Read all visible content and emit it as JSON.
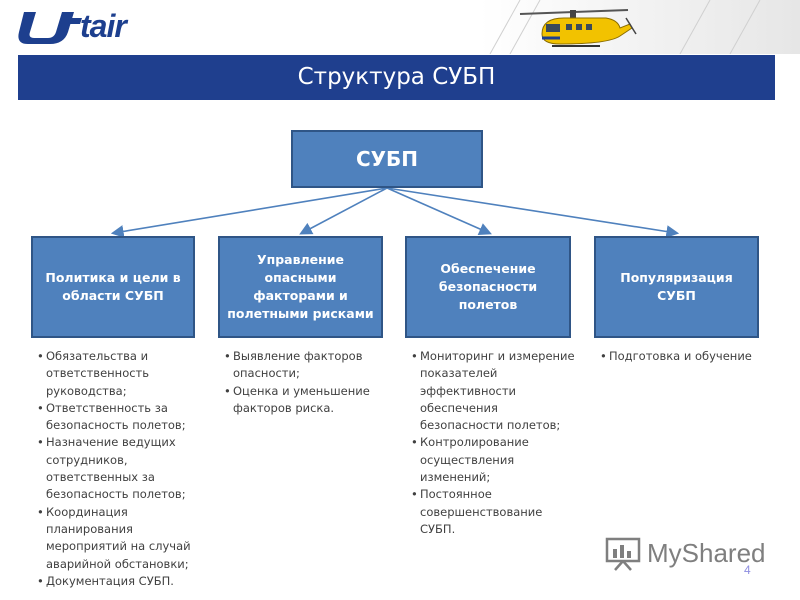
{
  "header": {
    "logo_text": "tair",
    "title": "Структура СУБП"
  },
  "diagram": {
    "root": "СУБП",
    "children": [
      {
        "label": "Политика и цели в области СУБП",
        "items": [
          "Обязательства и ответственность руководства;",
          "Ответственность за безопасность полетов;",
          "Назначение ведущих сотрудников, ответственных за безопасность полетов;",
          "Координация планирования мероприятий на случай аварийной обстановки;",
          "Документация СУБП."
        ]
      },
      {
        "label": "Управление опасными факторами и полетными рисками",
        "items": [
          "Выявление факторов опасности;",
          "Оценка и уменьшение факторов риска."
        ]
      },
      {
        "label": "Обеспечение безопасности полетов",
        "items": [
          "Мониторинг и измерение показателей эффективности обеспечения безопасности полетов;",
          "Контролирование осуществления изменений;",
          "Постоянное совершенствование СУБП."
        ]
      },
      {
        "label": "Популяризация СУБП",
        "items": [
          "Подготовка и обучение"
        ]
      }
    ]
  },
  "watermark": {
    "text": "MyShared",
    "icon": "presentation-board-icon"
  },
  "page_number": "4",
  "colors": {
    "brand_blue": "#1f3f8e",
    "box_fill": "#4f81bd",
    "box_border": "#2f5586",
    "connector": "#4f81bd",
    "bullet_text": "#404040"
  }
}
